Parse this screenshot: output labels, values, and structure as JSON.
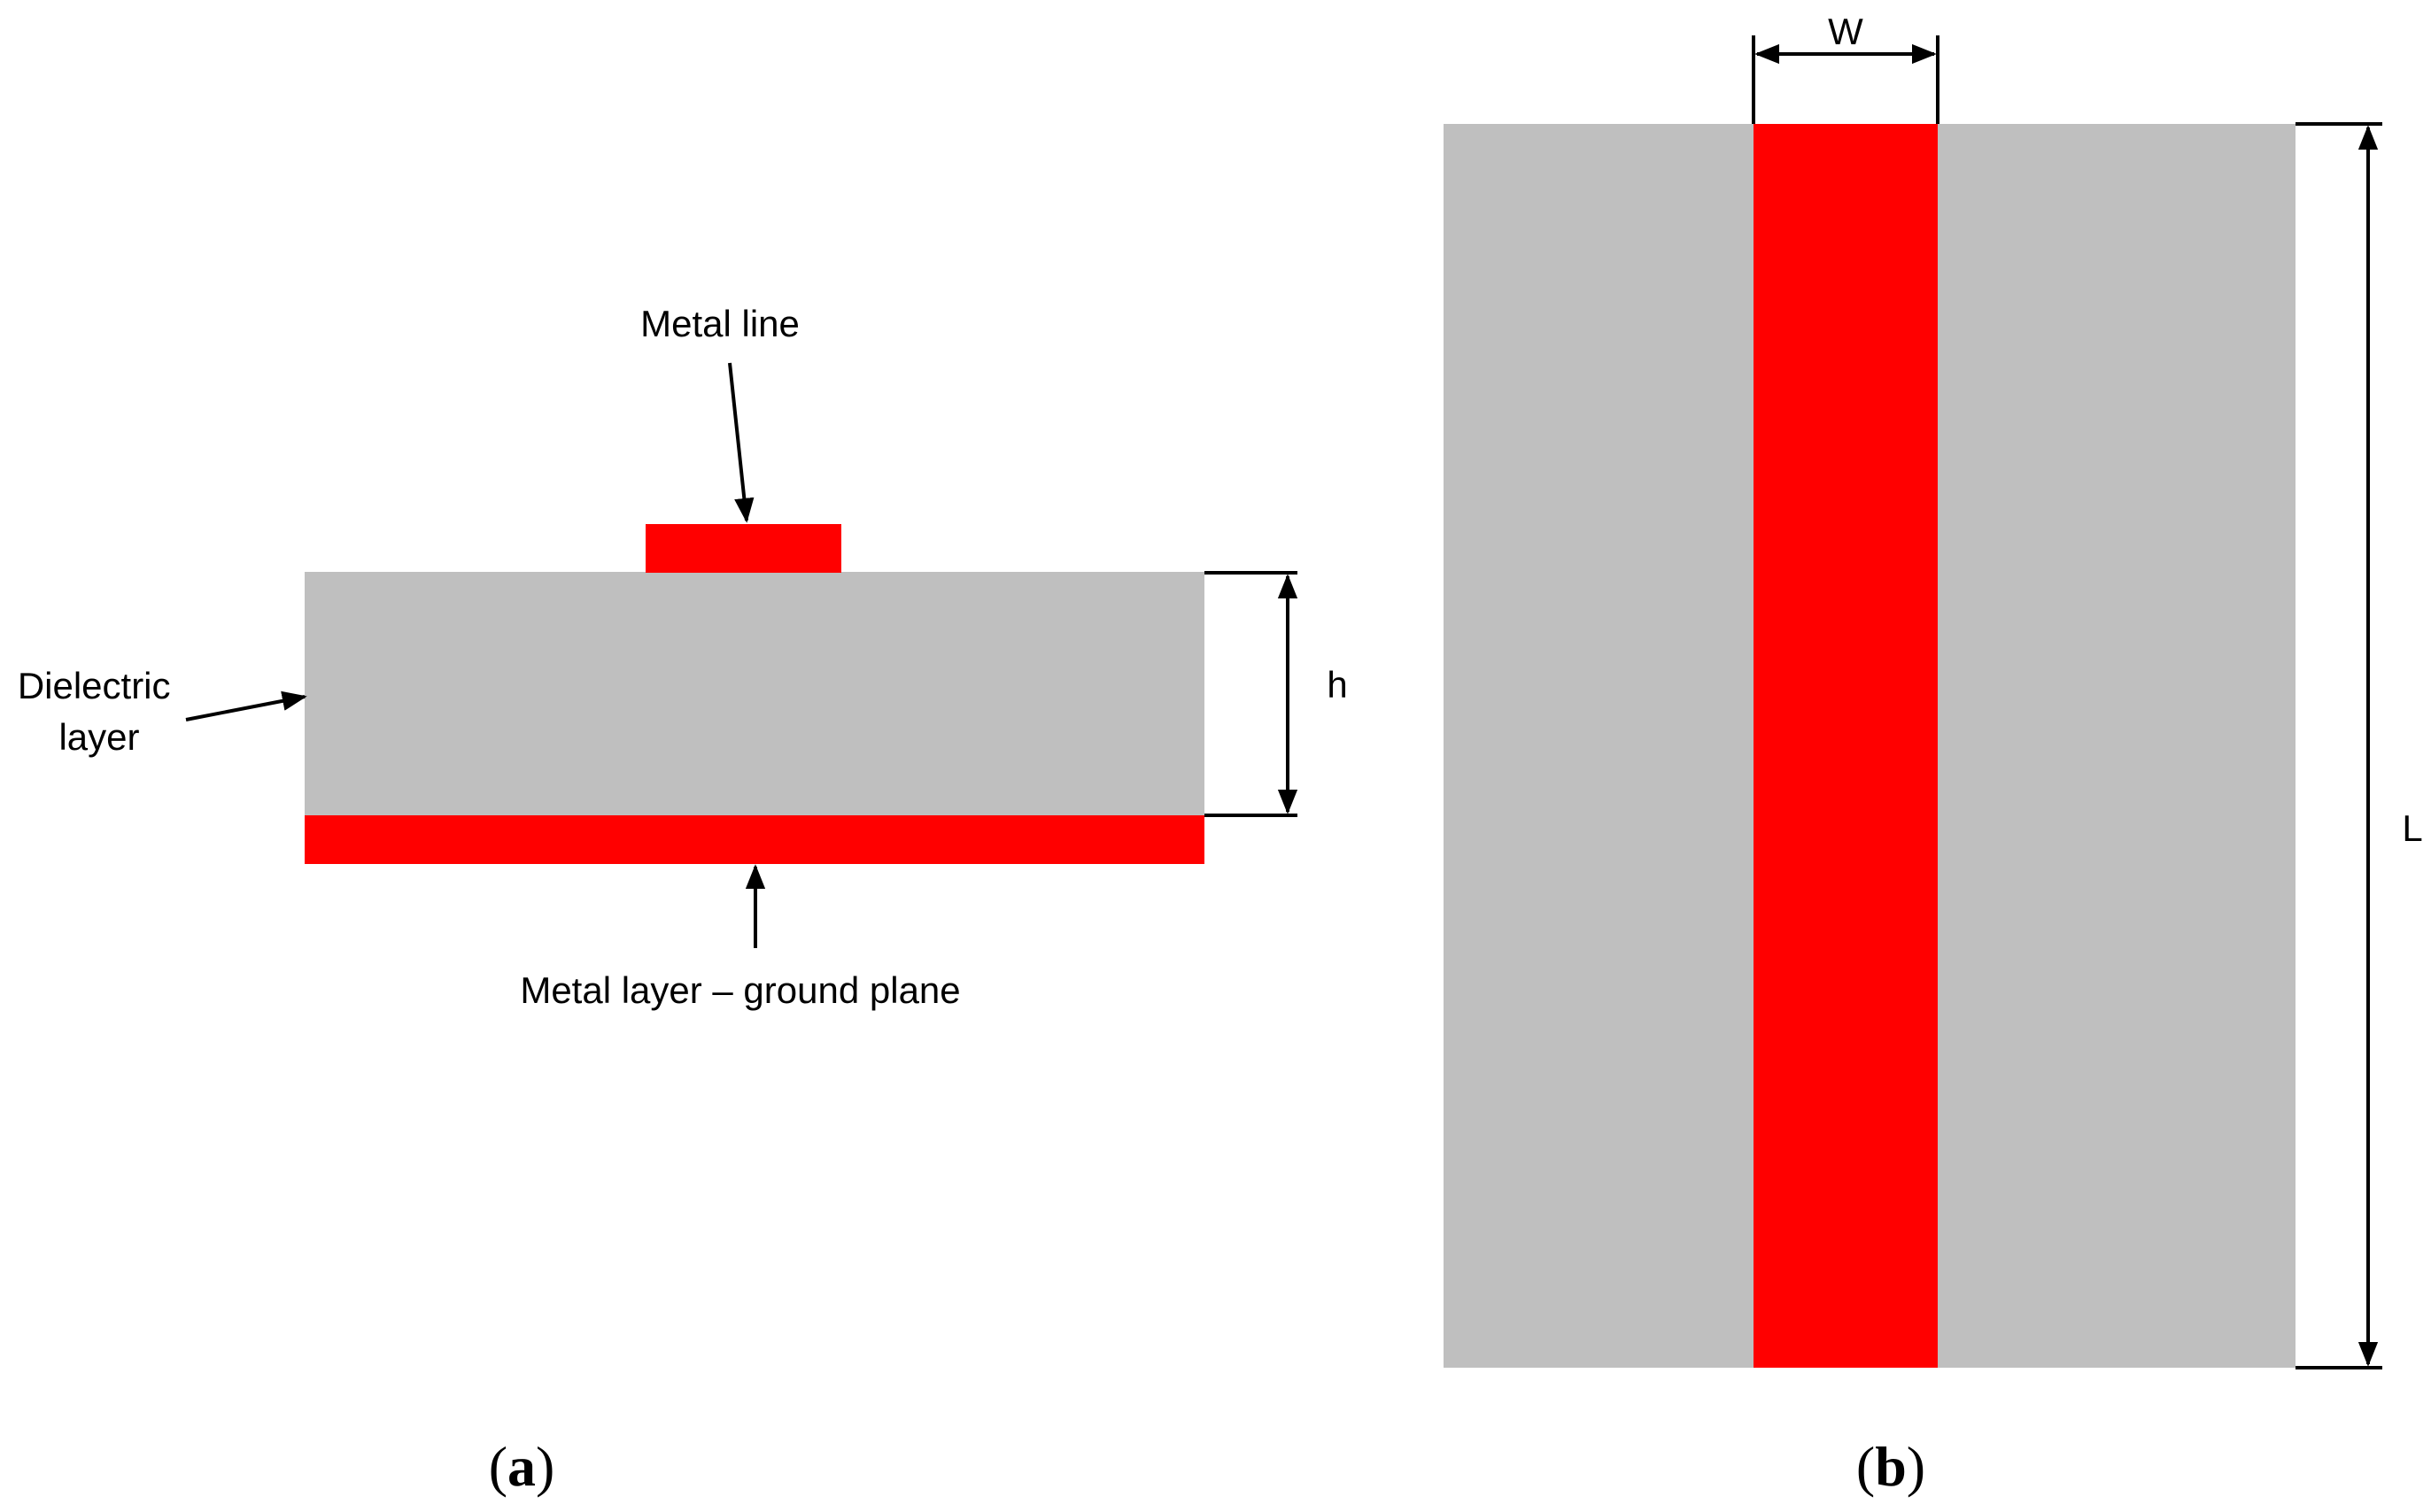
{
  "colors": {
    "dielectric": "#bfbfbf",
    "metal": "#ff0000",
    "ink": "#000000"
  },
  "panel_a": {
    "caption_open": "(",
    "caption_letter": "a",
    "caption_close": ")",
    "metal_line_label": "Metal line",
    "dielectric_label_line1": "Dielectric",
    "dielectric_label_line2": "layer",
    "ground_plane_label": "Metal layer – ground plane",
    "height_label": "h"
  },
  "panel_b": {
    "caption_open": "(",
    "caption_letter": "b",
    "caption_close": ")",
    "width_label": "W",
    "length_label": "L"
  }
}
